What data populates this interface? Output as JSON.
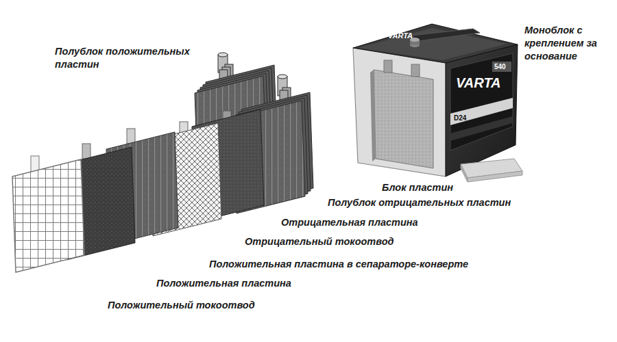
{
  "diagram": {
    "labels": [
      "Полублок положительных пластин",
      "Моноблок с креплением за основание",
      "Блок пластин",
      "Полублок отрицательных пластин",
      "Отрицательная пластина",
      "Отрицательный токоотвод",
      "Положительная пластина в сепараторе-конверте",
      "Положительная пластина",
      "Положительный токоотвод",
      "VARTA",
      "VARTA",
      "D24",
      "540"
    ]
  }
}
